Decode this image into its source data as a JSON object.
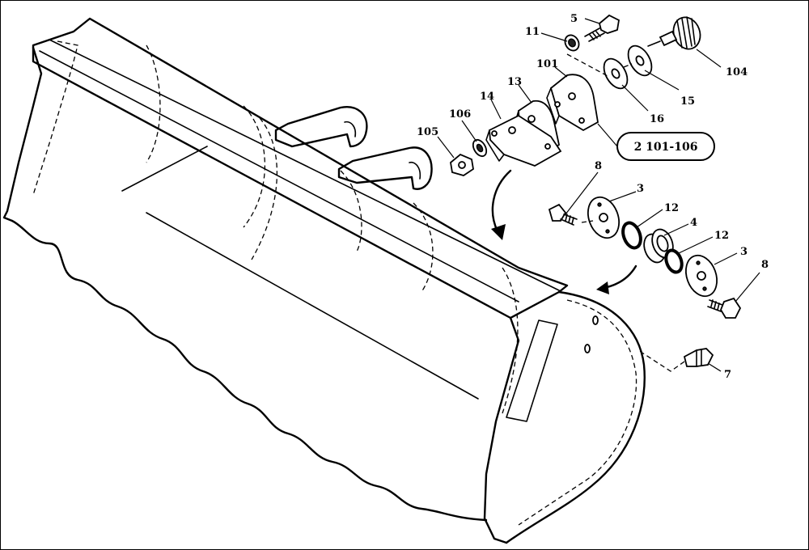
{
  "drawing": {
    "callouts": [
      "5",
      "11",
      "104",
      "101",
      "13",
      "15",
      "16",
      "14",
      "106",
      "105",
      "8",
      "3",
      "12",
      "4",
      "12",
      "3",
      "8",
      "7"
    ],
    "reference_box": "2 101-106"
  }
}
